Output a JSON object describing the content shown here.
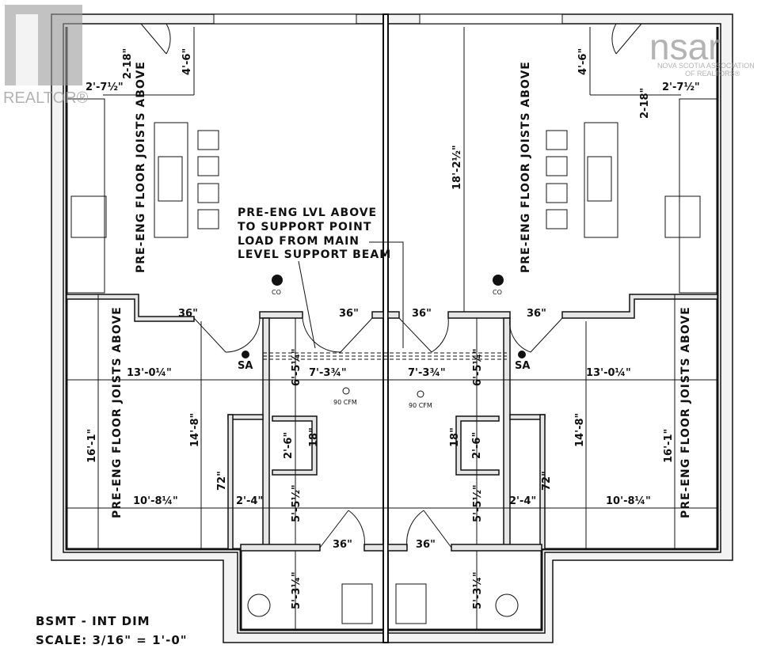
{
  "watermarks": {
    "left": "REALTOR®",
    "right_main": "nsar",
    "right_sub1": "NOVA SCOTIA ASSOCIATION",
    "right_sub2": "OF REALTORS®"
  },
  "notes": {
    "beam_note": [
      "PRE-ENG LVL ABOVE",
      "TO SUPPORT POINT",
      "LOAD FROM MAIN",
      "LEVEL SUPPORT BEAM"
    ],
    "joists": "PRE-ENG FLOOR JOISTS ABOVE",
    "title": "BSMT - INT DIM",
    "scale": "SCALE: 3/16\" = 1'-0\""
  },
  "symbols": {
    "cleanout": "CO",
    "supply_air": "SA",
    "fan": "90 CFM"
  },
  "dimensions": {
    "closet_w": "2'-7½\"",
    "closet_d": "2-18\"",
    "kitchen_depth": "4'-6\"",
    "kitchen_len": "18'-2½\"",
    "door": "36\"",
    "room_w": "13'-0¼\"",
    "hall_w": "7'-3¾\"",
    "hall_d": "6'-5¼\"",
    "room_len_total": "16'-1\"",
    "room_len": "14'-8\"",
    "room_w2": "10'-8¼\"",
    "closet_72": "72\"",
    "passage": "2'-4\"",
    "linen_w": "2'-6\"",
    "linen_d": "18\"",
    "hall_len": "5'-5½\"",
    "mech_len": "5'-3¼\""
  }
}
